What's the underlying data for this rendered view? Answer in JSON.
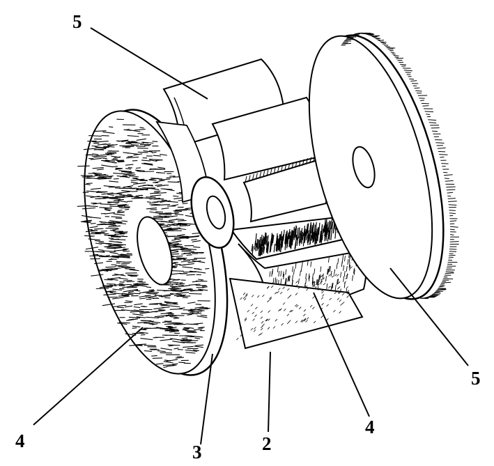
{
  "labels": {
    "top_left": "5",
    "right": "5",
    "bottom_left": "4",
    "bottom_3": "3",
    "bottom_2": "2",
    "bottom_4": "4"
  },
  "colors": {
    "ink": "#000000",
    "paper": "#ffffff"
  },
  "components": [
    "left-disc-with-bristles",
    "right-disc-with-bristles",
    "curved-blades",
    "center-hub",
    "bristle-plate-stack"
  ]
}
